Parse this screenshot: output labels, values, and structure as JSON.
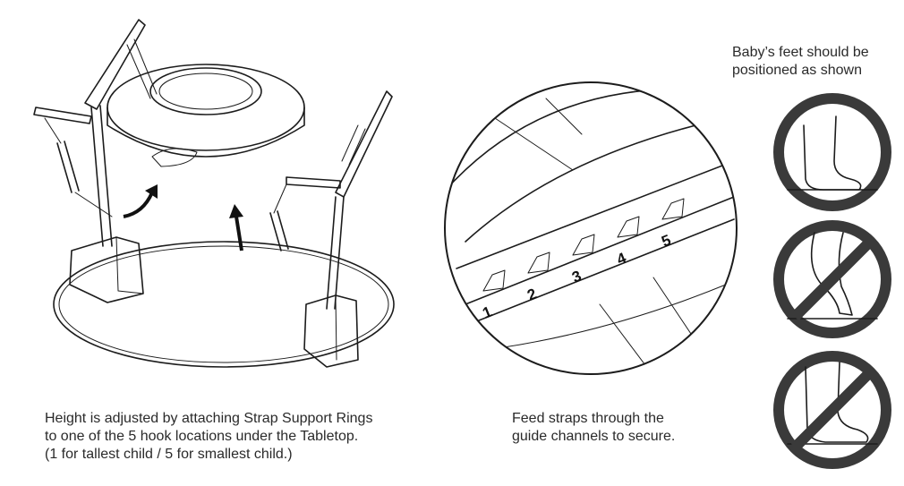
{
  "captions": {
    "height_adjust": [
      "Height is adjusted by attaching Strap Support Rings",
      "to one of the 5 hook locations under the Tabletop.",
      "(1 for tallest child / 5 for smallest child.)"
    ],
    "feed_straps": [
      "Feed straps through the",
      "guide channels to secure."
    ],
    "feet_position": [
      "Baby’s feet should be",
      "positioned as shown"
    ]
  },
  "hook_numbers": [
    "1",
    "2",
    "3",
    "4",
    "5"
  ],
  "icons": {
    "correct": "foot-flat-correct-icon",
    "incorrect_tiptoe": "foot-tiptoe-prohibited-icon",
    "incorrect_flat_excess": "foot-flat-prohibited-icon"
  }
}
